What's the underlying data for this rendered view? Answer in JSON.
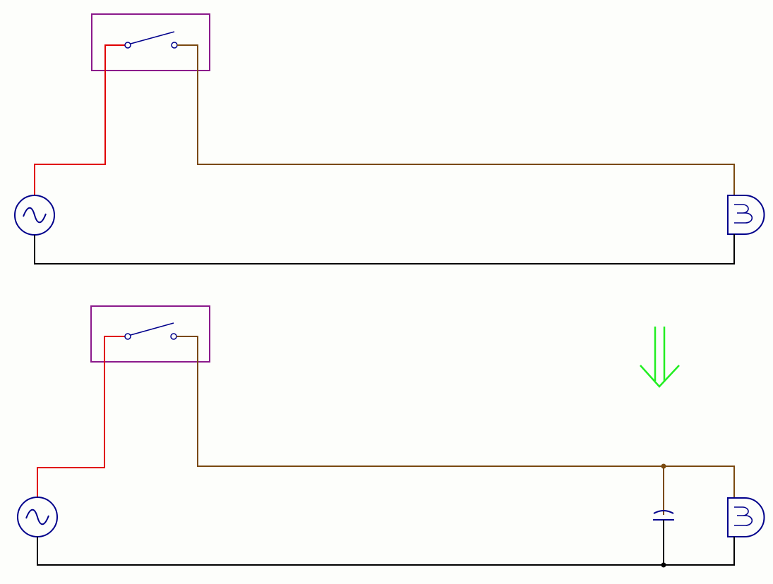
{
  "diagram": {
    "type": "circuit-schematic",
    "colors": {
      "background": "#fdfefb",
      "live_wire": "#e00000",
      "switched_wire": "#7a4a10",
      "neutral_wire": "#000000",
      "component": "#00008b",
      "switch_box": "#8b1a8b",
      "arrow": "#22ee22",
      "junction": "#7a4a10"
    },
    "circuits": [
      {
        "name": "original-circuit",
        "components": [
          "ac-source-icon",
          "switch-icon",
          "lamp-icon"
        ]
      },
      {
        "name": "modified-circuit",
        "components": [
          "ac-source-icon",
          "switch-icon",
          "capacitor-icon",
          "lamp-icon"
        ]
      }
    ],
    "arrow": {
      "icon": "double-down-arrow-icon"
    }
  }
}
